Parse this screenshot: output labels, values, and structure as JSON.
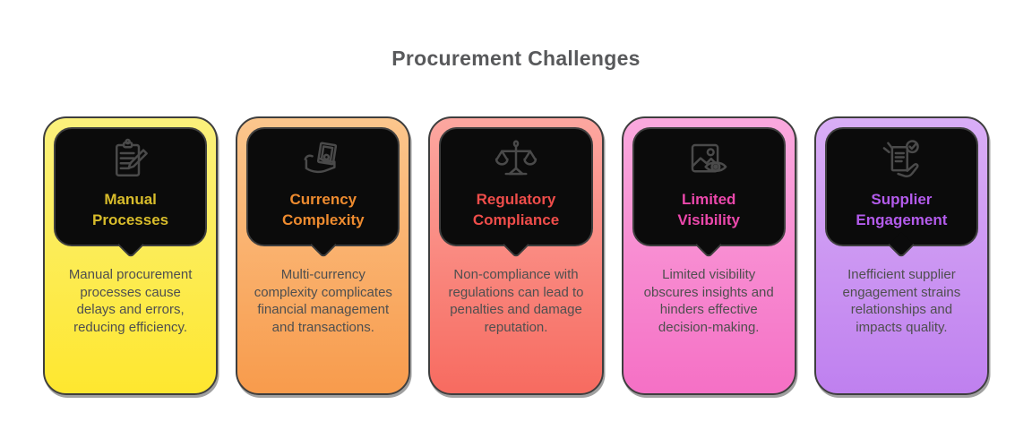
{
  "page": {
    "title": "Procurement Challenges",
    "title_color": "#58595B",
    "background": "#FFFFFF",
    "card_border_color": "#3E3E3E",
    "bubble_background": "#0B0B0B",
    "description_color": "#4F4F4F"
  },
  "chart_data": {
    "type": "table",
    "title": "Procurement Challenges",
    "categories": [
      "Manual Processes",
      "Currency Complexity",
      "Regulatory Compliance",
      "Limited Visibility",
      "Supplier Engagement"
    ],
    "values": [
      "Manual procurement processes cause delays and errors, reducing efficiency.",
      "Multi-currency complexity complicates financial management and transactions.",
      "Non-compliance with regulations can lead to penalties and damage reputation.",
      "Limited visibility obscures insights and hinders effective decision-making.",
      "Inefficient supplier engagement strains relationships and impacts quality."
    ]
  },
  "cards": [
    {
      "title": "Manual Processes",
      "description": "Manual procurement processes cause delays and errors, reducing efficiency.",
      "icon": "clipboard-pencil-icon",
      "gradient_top": "#FBF17C",
      "gradient_bottom": "#FEE72F",
      "title_color": "#D8BC2B"
    },
    {
      "title": "Currency Complexity",
      "description": "Multi-currency complexity complicates financial management and transactions.",
      "icon": "cash-in-hand-icon",
      "gradient_top": "#FBC68D",
      "gradient_bottom": "#F89B4C",
      "title_color": "#EE8B2F"
    },
    {
      "title": "Regulatory Compliance",
      "description": "Non-compliance with regulations can lead to penalties and damage reputation.",
      "icon": "balance-scale-icon",
      "gradient_top": "#FCA7A0",
      "gradient_bottom": "#F76B60",
      "title_color": "#EF4D4A"
    },
    {
      "title": "Limited Visibility",
      "description": "Limited visibility obscures insights and hinders effective decision-making.",
      "icon": "image-eye-icon",
      "gradient_top": "#FAA9DE",
      "gradient_bottom": "#F570C5",
      "title_color": "#EC48AC"
    },
    {
      "title": "Supplier Engagement",
      "description": "Inefficient supplier engagement strains relationships and impacts quality.",
      "icon": "hand-document-check-icon",
      "gradient_top": "#D9AEF6",
      "gradient_bottom": "#BF80EF",
      "title_color": "#B35BEB"
    }
  ]
}
